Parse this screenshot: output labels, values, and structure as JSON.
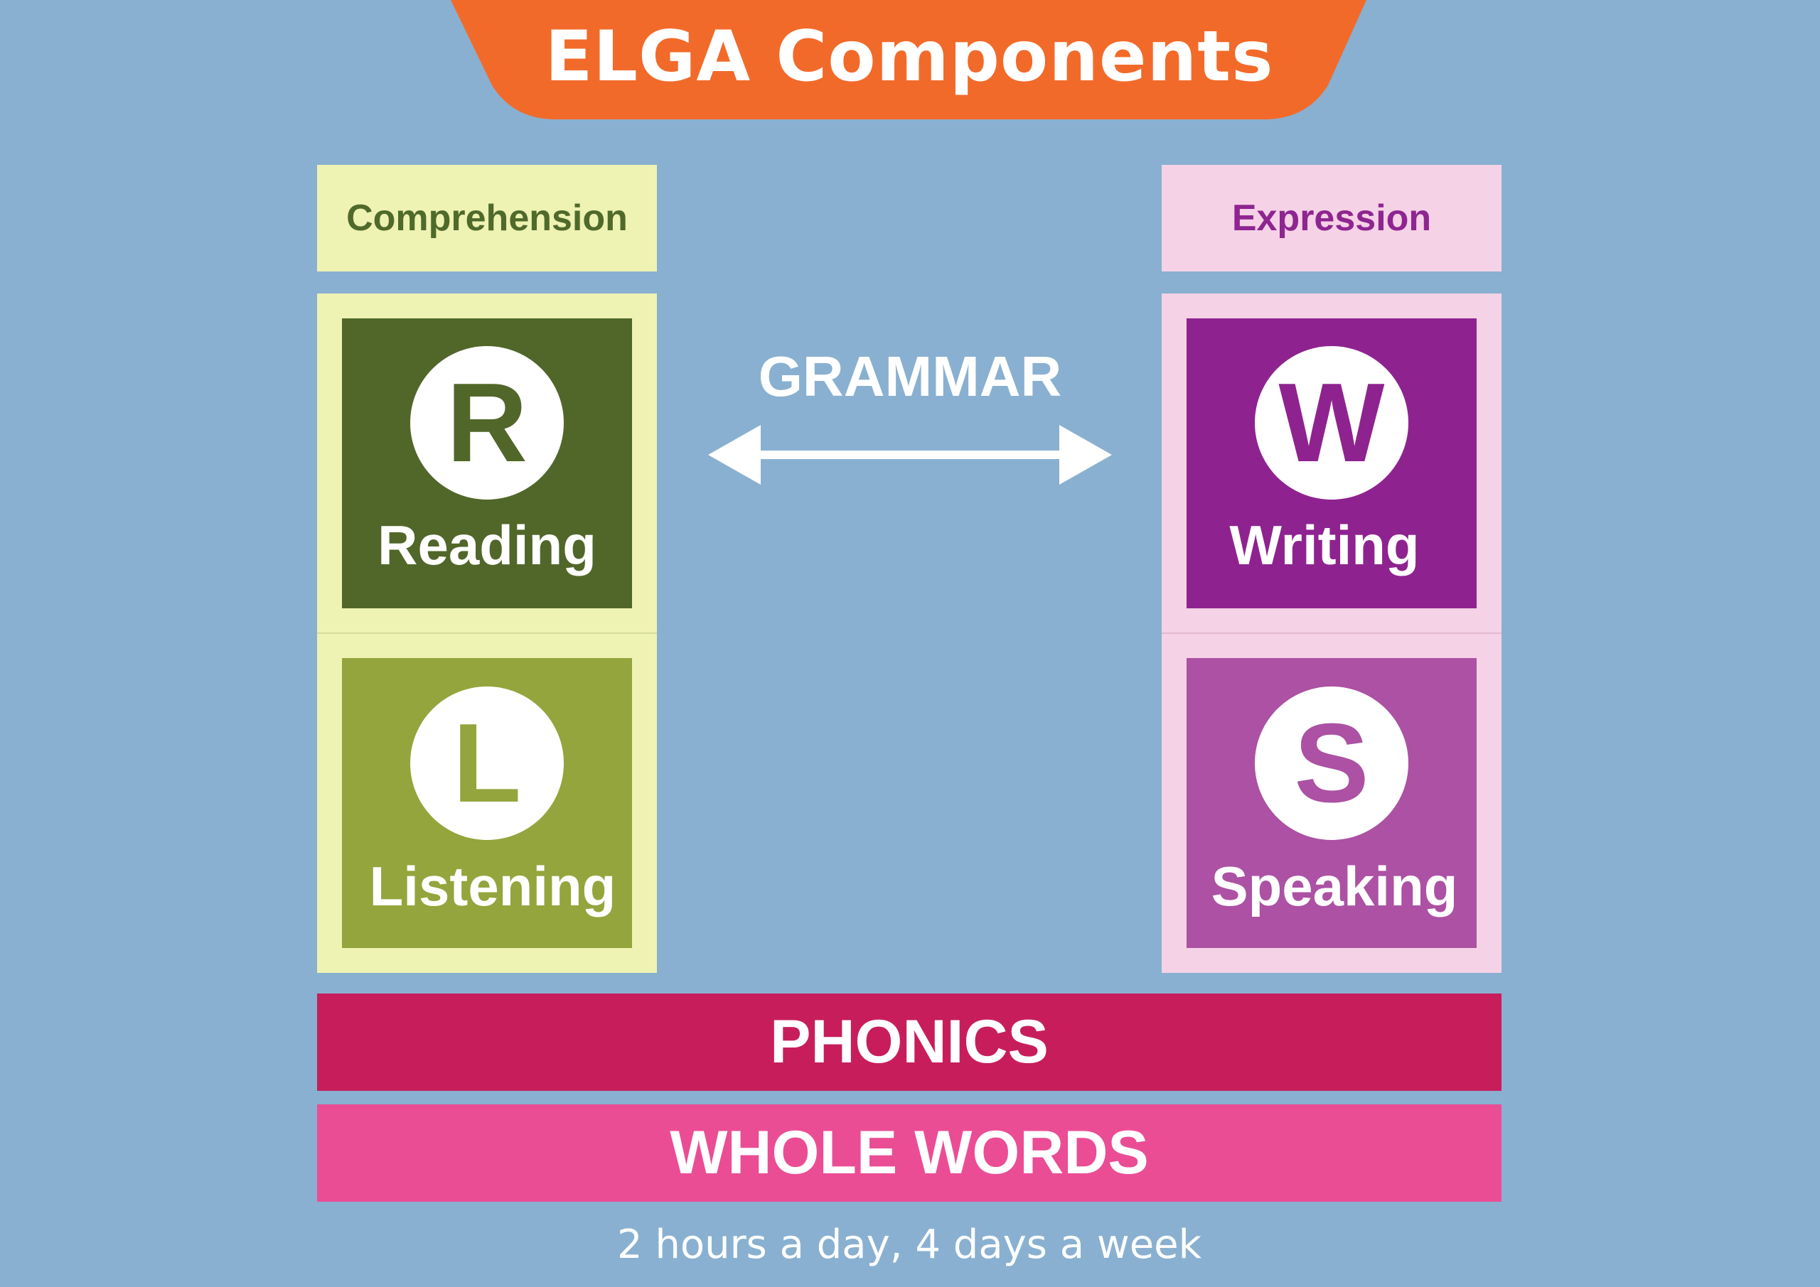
{
  "title": "ELGA Components",
  "comprehension": {
    "header": "Comprehension",
    "skills": [
      {
        "letter": "R",
        "label": "Reading"
      },
      {
        "letter": "L",
        "label": "Listening"
      }
    ]
  },
  "expression": {
    "header": "Expression",
    "skills": [
      {
        "letter": "W",
        "label": "Writing"
      },
      {
        "letter": "S",
        "label": "Speaking"
      }
    ]
  },
  "grammar": {
    "label": "GRAMMAR"
  },
  "bars": {
    "phonics": "PHONICS",
    "whole_words": "WHOLE WORDS"
  },
  "footer": "2 hours a day, 4 days a week",
  "colors": {
    "background": "#89b0d0",
    "title_banner": "#f26a2a",
    "comprehension_light": "#eef2b3",
    "reading_tile": "#51672a",
    "listening_tile": "#93a53c",
    "expression_light": "#f5d2e5",
    "writing_tile": "#8e2390",
    "speaking_tile": "#ac51a3",
    "phonics_bar": "#c71e5b",
    "whole_words_bar": "#eb4d95"
  }
}
